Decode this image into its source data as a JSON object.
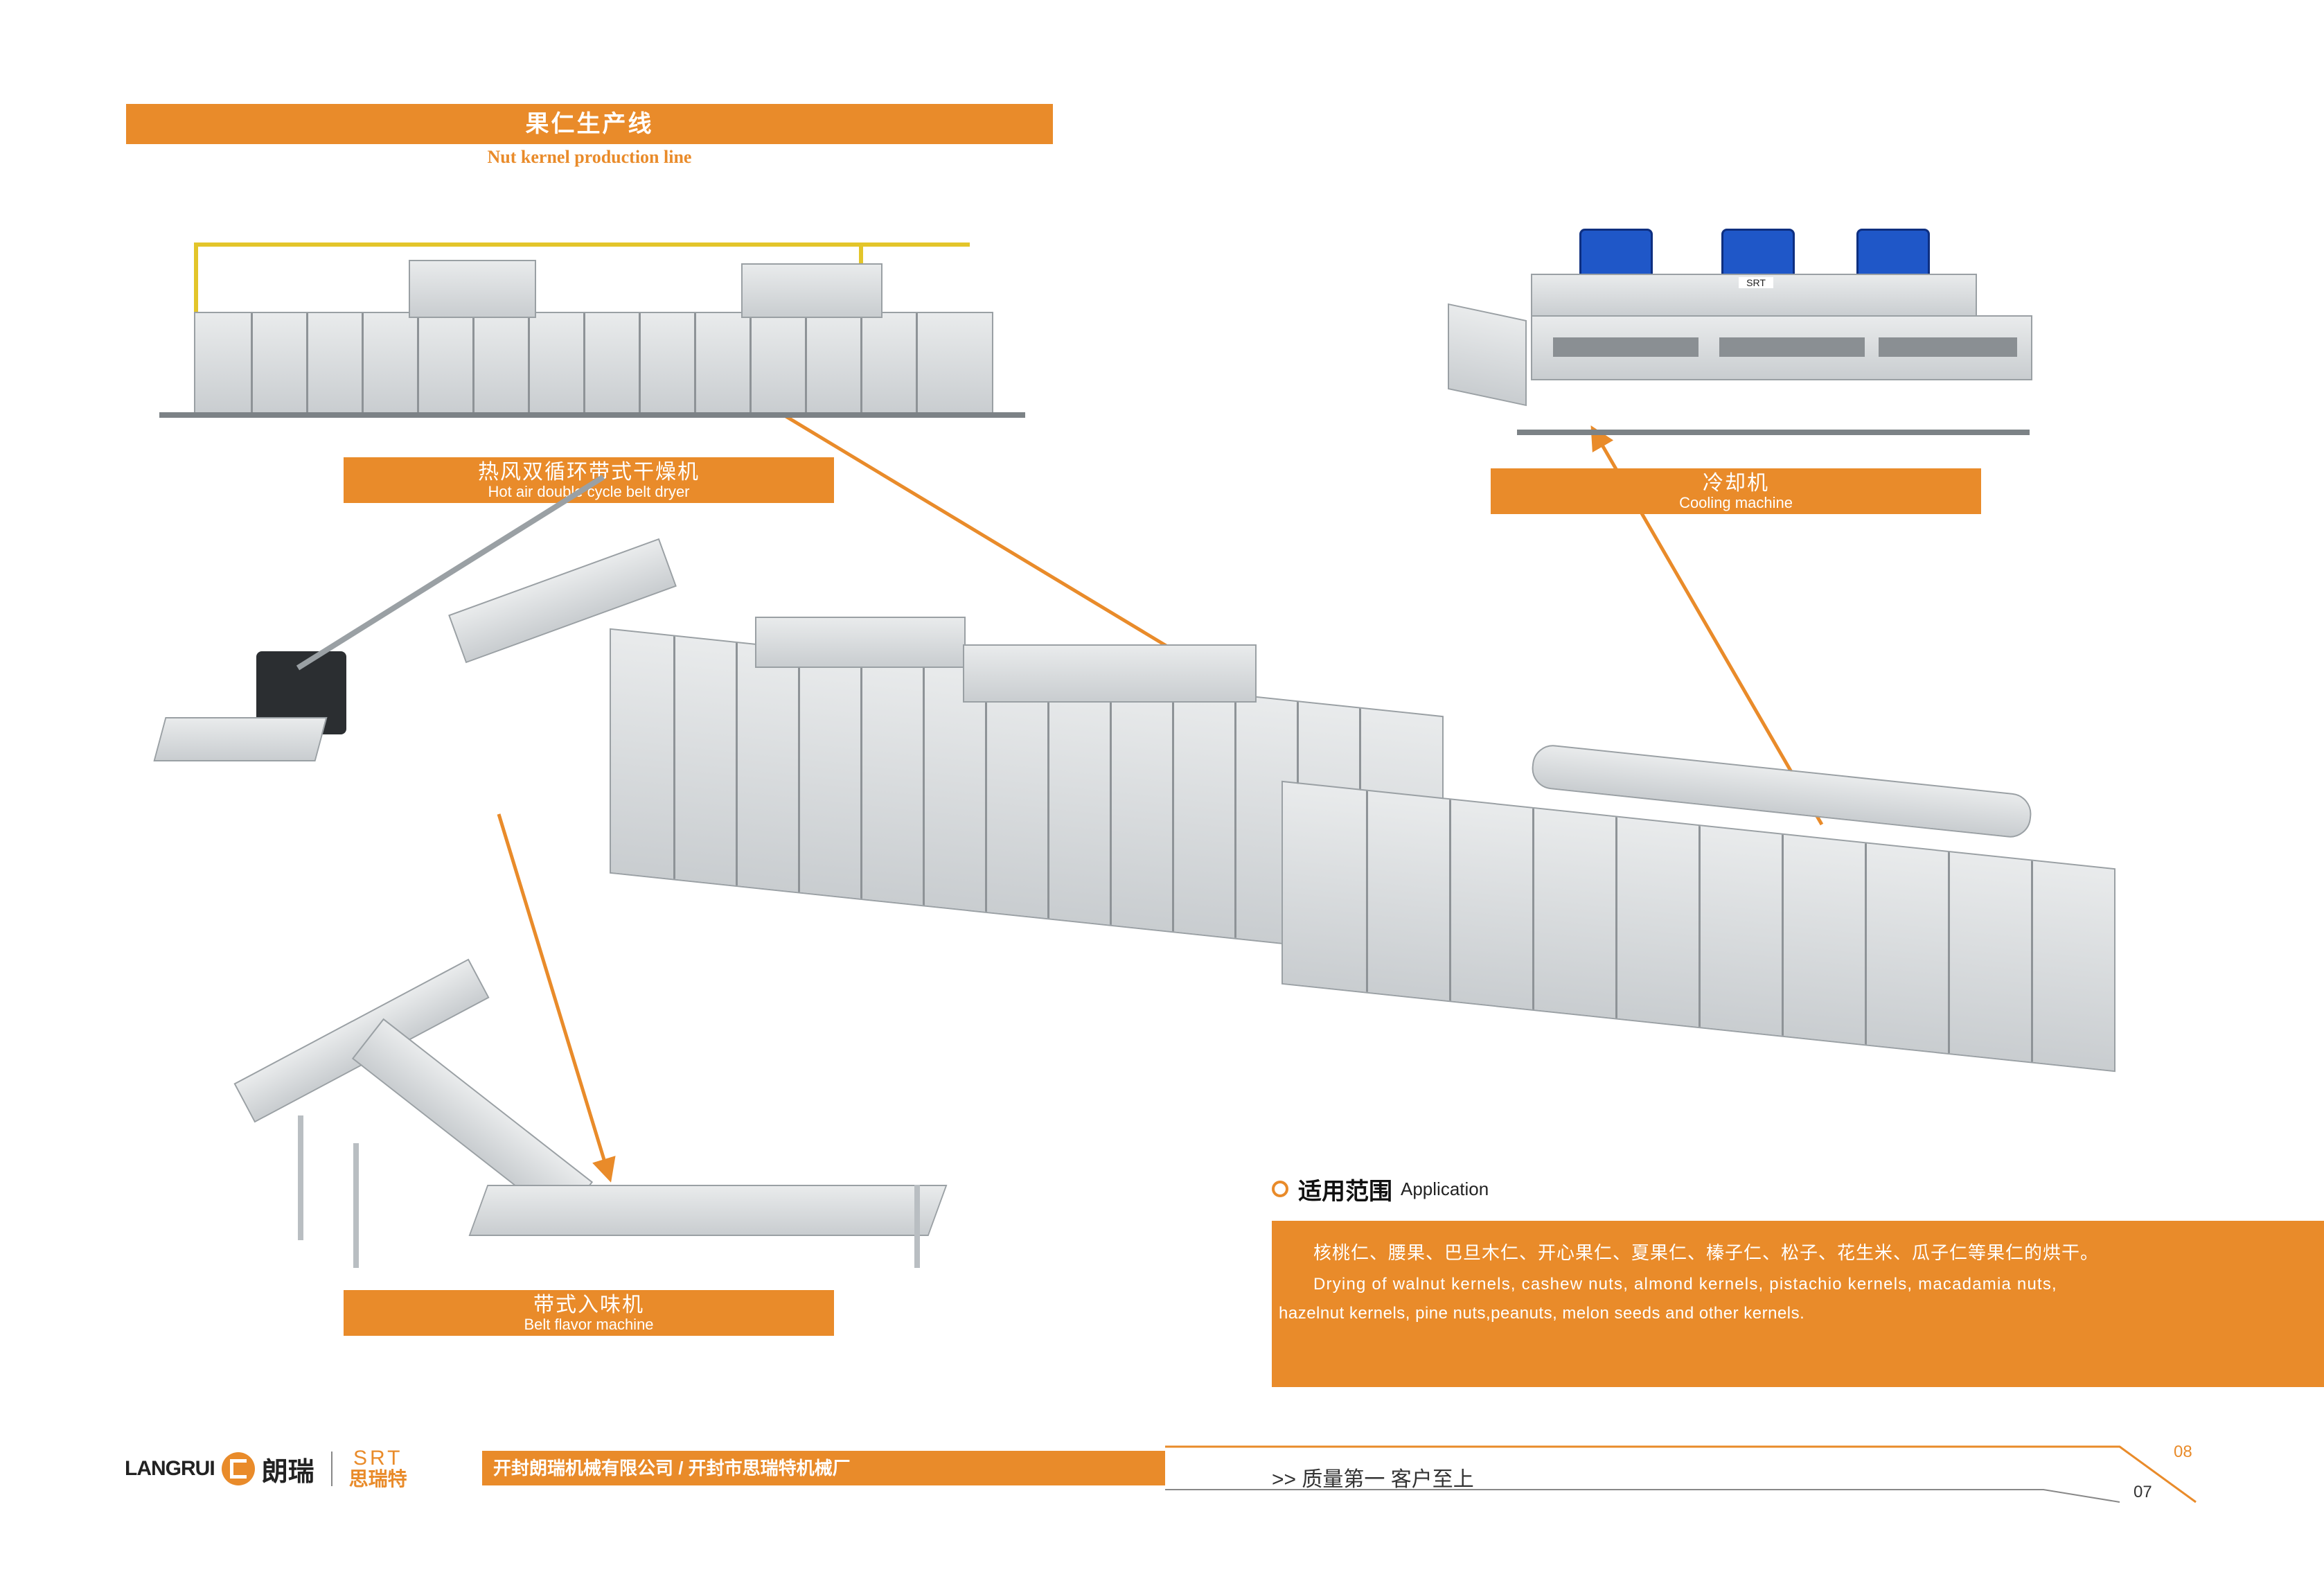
{
  "header": {
    "title_zh": "果仁生产线",
    "title_en": "Nut kernel production line"
  },
  "machines": {
    "dryer": {
      "zh": "热风双循环带式干燥机",
      "en": "Hot air double cycle belt dryer"
    },
    "cooler": {
      "zh": "冷却机",
      "en": "Cooling machine"
    },
    "flavor": {
      "zh": "带式入味机",
      "en": "Belt flavor machine"
    },
    "machine_plate": "SRT"
  },
  "application": {
    "heading_zh": "适用范围",
    "heading_en": "Application",
    "text_zh": "核桃仁、腰果、巴旦木仁、开心果仁、夏果仁、榛子仁、松子、花生米、瓜子仁等果仁的烘干。",
    "text_en_line1": "Drying of walnut kernels, cashew nuts, almond kernels, pistachio kernels, macadamia nuts,",
    "text_en_line2": "hazelnut kernels, pine nuts,peanuts, melon seeds and other kernels."
  },
  "footer": {
    "brand_latin": "LANGRUI",
    "brand_zh": "朗瑞",
    "srt_latin": "SRT",
    "srt_zh": "思瑞特",
    "companies": "开封朗瑞机械有限公司 / 开封市思瑞特机械厂",
    "slogan": ">> 质量第一  客户至上",
    "page_right": "08",
    "page_left": "07"
  },
  "colors": {
    "accent": "#e98b2a",
    "steel": "#c9cdd0",
    "blower": "#1f57c8"
  }
}
